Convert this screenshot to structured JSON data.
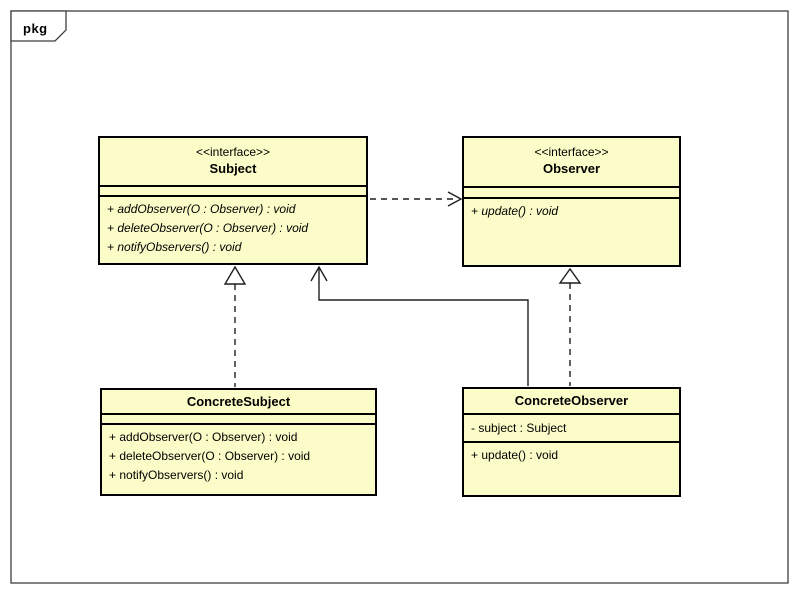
{
  "package": {
    "tab_label": "pkg"
  },
  "colors": {
    "class_fill": "#FCFCC8",
    "class_border": "#000000",
    "frame_border": "#3F3F3F",
    "line": "#1E1E1E",
    "background": "#FFFFFF"
  },
  "classes": {
    "subject": {
      "stereotype": "<<interface>>",
      "name": "Subject",
      "attributes": [],
      "methods": [
        "+ addObserver(O : Observer) : void",
        "+ deleteObserver(O : Observer) : void",
        "+ notifyObservers() : void"
      ]
    },
    "observer": {
      "stereotype": "<<interface>>",
      "name": "Observer",
      "attributes": [],
      "methods": [
        "+ update() : void"
      ]
    },
    "concrete_subject": {
      "name": "ConcreteSubject",
      "attributes": [],
      "methods": [
        "+ addObserver(O : Observer) : void",
        "+ deleteObserver(O : Observer) : void",
        "+ notifyObservers() : void"
      ]
    },
    "concrete_observer": {
      "name": "ConcreteObserver",
      "attributes": [
        "- subject : Subject"
      ],
      "methods": [
        "+ update() : void"
      ]
    }
  },
  "relationships": [
    {
      "type": "dependency",
      "from": "Subject",
      "to": "Observer",
      "line": "dashed",
      "head": "open-arrow"
    },
    {
      "type": "realization",
      "from": "ConcreteSubject",
      "to": "Subject",
      "line": "dashed",
      "head": "hollow-triangle"
    },
    {
      "type": "realization",
      "from": "ConcreteObserver",
      "to": "Observer",
      "line": "dashed",
      "head": "hollow-triangle"
    },
    {
      "type": "directed-association",
      "from": "ConcreteObserver",
      "to": "Subject",
      "line": "solid",
      "head": "open-arrow"
    }
  ]
}
